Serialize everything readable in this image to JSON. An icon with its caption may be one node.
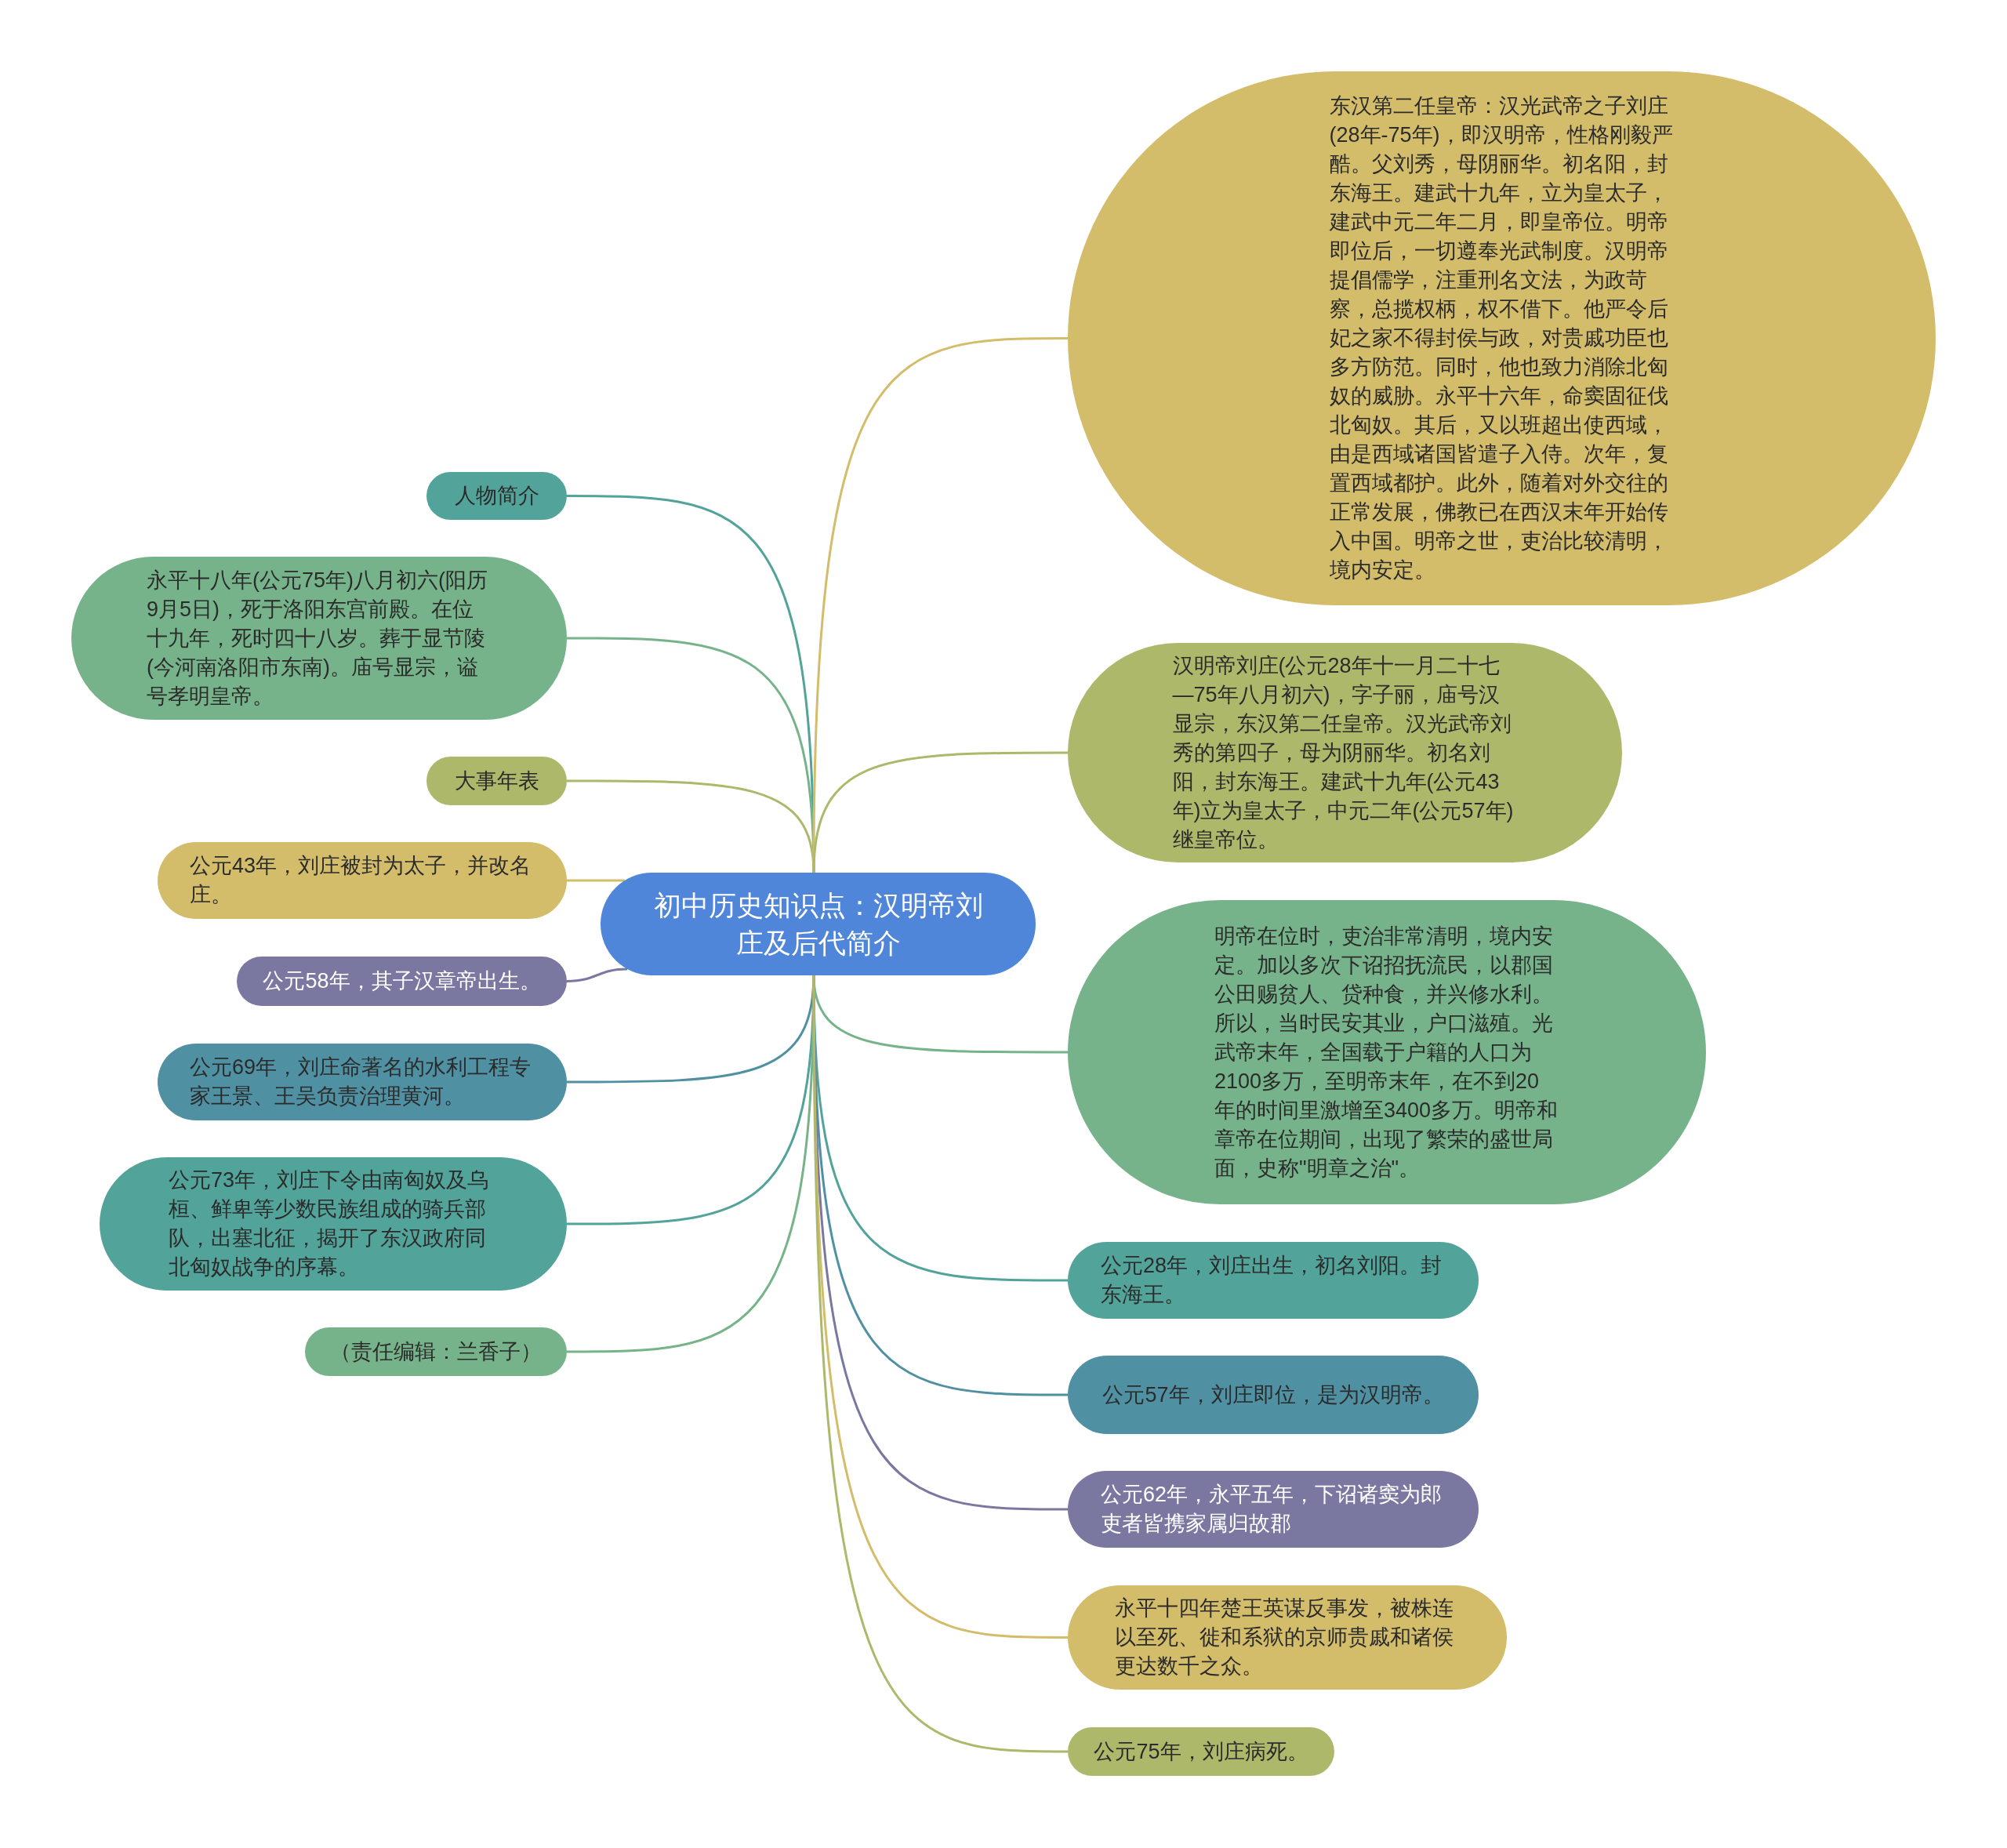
{
  "diagram": {
    "nodes": [
      {
        "text": [
          "初中历史知识点：汉明帝刘庄及后代简介"
        ]
      },
      {
        "text": [
          "人物简介"
        ]
      },
      {
        "text": [
          "永平十八年(公元75年)八月初六(阳历9月5日)，死于洛阳东宫前殿。在位十九年，死时四十八岁。葬于显节陵(今河南洛阳市东南)。庙号显宗，谥号孝明皇帝。"
        ]
      },
      {
        "text": [
          "大事年表"
        ]
      },
      {
        "text": [
          "公元43年，刘庄被封为太子，并改名庄。"
        ]
      },
      {
        "text": [
          "公元58年，其子汉章帝出生。"
        ]
      },
      {
        "text": [
          "公元69年，刘庄命著名的水利工程专家王景、王吴负责治理黄河。"
        ]
      },
      {
        "text": [
          "公元73年，刘庄下令由南匈奴及乌桓、鲜卑等少数民族组成的骑兵部队，出塞北征，揭开了东汉政府同北匈奴战争的序幕。"
        ]
      },
      {
        "text": [
          "（责任编辑：兰香子）"
        ]
      },
      {
        "text": [
          "东汉第二任皇帝：汉光武帝之子刘庄(28年-75年)，即汉明帝，性格刚毅严酷。父刘秀，母阴丽华。初名阳，封东海王。建武十九年，立为皇太子，建武中元二年二月，即皇帝位。明帝即位后，一切遵奉光武制度。汉明帝提倡儒学，注重刑名文法，为政苛察，总揽权柄，权不借下。他严令后妃之家不得封侯与政，对贵戚功臣也多方防范。同时，他也致力消除北匈奴的威胁。永平十六年，命窦固征伐北匈奴。其后，又以班超出使西域，由是西域诸国皆遣子入侍。次年，复置西域都护。此外，随着对外交往的正常发展，佛教已在西汉末年开始传入中国。明帝之世，吏治比较清明，境内安定。"
        ]
      },
      {
        "text": [
          "汉明帝刘庄(公元28年十一月二十七—75年八月初六)，字子丽，庙号汉显宗，东汉第二任皇帝。汉光武帝刘秀的第四子，母为阴丽华。初名刘阳，封东海王。建武十九年(公元43年)立为皇太子，中元二年(公元57年)继皇帝位。"
        ]
      },
      {
        "text": [
          "明帝在位时，吏治非常清明，境内安定。加以多次下诏招抚流民，以郡国公田赐贫人、贷种食，并兴修水利。所以，当时民安其业，户口滋殖。光武帝末年，全国载于户籍的人口为2100多万，至明帝末年，在不到20年的时间里激增至3400多万。明帝和章帝在位期间，出现了繁荣的盛世局面，史称\"明章之治\"。"
        ]
      },
      {
        "text": [
          "公元28年，刘庄出生，初名刘阳。封东海王。"
        ]
      },
      {
        "text": [
          "公元57年，刘庄即位，是为汉明帝。"
        ]
      },
      {
        "text": [
          "公元62年，永平五年，下诏诸窦为郎吏者皆携家属归故郡"
        ]
      },
      {
        "text": [
          "永平十四年楚王英谋反事发，被株连以至死、徙和系狱的京师贵戚和诸侯更达数千之众。"
        ]
      },
      {
        "text": [
          "公元75年，刘庄病死。"
        ]
      }
    ],
    "edges": [
      {
        "from": 0,
        "to": 1,
        "arrow": "none",
        "color": "#52a39a"
      },
      {
        "from": 0,
        "to": 2,
        "arrow": "none",
        "color": "#76b38a"
      },
      {
        "from": 0,
        "to": 3,
        "arrow": "none",
        "color": "#aeb86a"
      },
      {
        "from": 0,
        "to": 4,
        "arrow": "none",
        "color": "#d3bd6a"
      },
      {
        "from": 0,
        "to": 5,
        "arrow": "none",
        "color": "#7a78a0"
      },
      {
        "from": 0,
        "to": 6,
        "arrow": "none",
        "color": "#4f90a3"
      },
      {
        "from": 0,
        "to": 7,
        "arrow": "none",
        "color": "#52a39a"
      },
      {
        "from": 0,
        "to": 8,
        "arrow": "none",
        "color": "#76b38a"
      },
      {
        "from": 0,
        "to": 9,
        "arrow": "none",
        "color": "#d3bd6a"
      },
      {
        "from": 0,
        "to": 10,
        "arrow": "none",
        "color": "#aeb86a"
      },
      {
        "from": 0,
        "to": 11,
        "arrow": "none",
        "color": "#76b38a"
      },
      {
        "from": 0,
        "to": 12,
        "arrow": "none",
        "color": "#52a39a"
      },
      {
        "from": 0,
        "to": 13,
        "arrow": "none",
        "color": "#4f90a3"
      },
      {
        "from": 0,
        "to": 14,
        "arrow": "none",
        "color": "#7a78a0"
      },
      {
        "from": 0,
        "to": 15,
        "arrow": "none",
        "color": "#d3bd6a"
      },
      {
        "from": 0,
        "to": 16,
        "arrow": "none",
        "color": "#aeb86a"
      }
    ]
  }
}
